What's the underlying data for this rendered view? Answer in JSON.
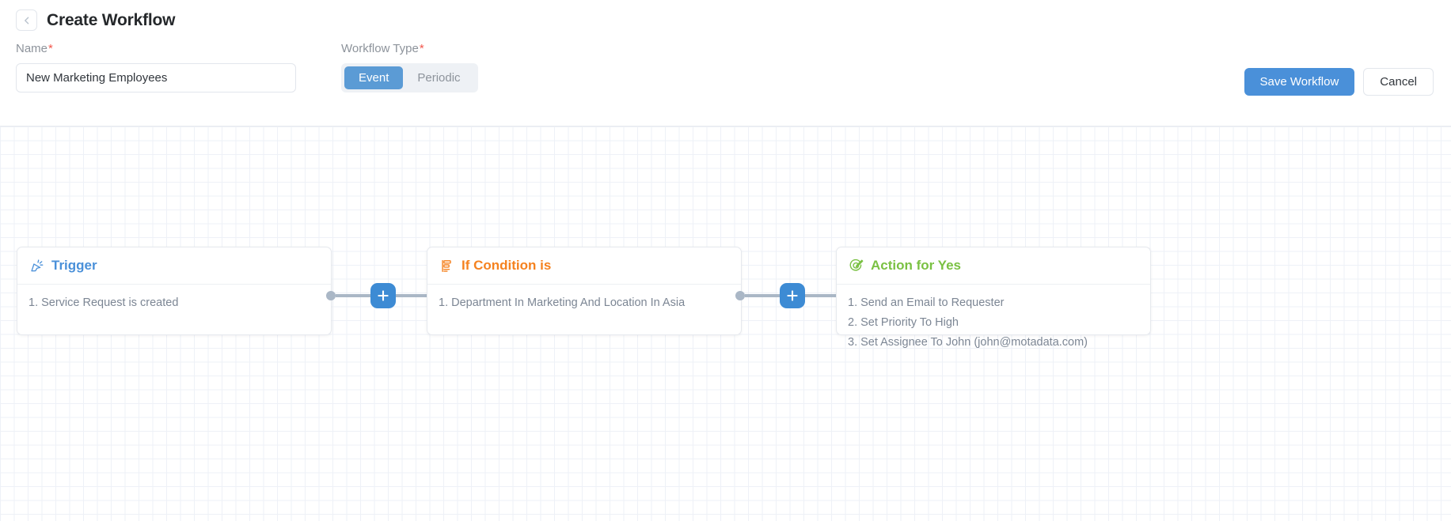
{
  "header": {
    "back_icon": "chevron-left-icon",
    "title": "Create Workflow",
    "name_field": {
      "label": "Name",
      "required_mark": "*",
      "value": "New Marketing Employees",
      "placeholder": "Name"
    },
    "workflow_type": {
      "label": "Workflow Type",
      "required_mark": "*",
      "options": [
        "Event",
        "Periodic"
      ],
      "selected": "Event"
    },
    "actions": {
      "save_label": "Save Workflow",
      "cancel_label": "Cancel"
    }
  },
  "canvas": {
    "cards": [
      {
        "id": "trigger",
        "icon": "cursor-sparkle-icon",
        "title": "Trigger",
        "accent": "#4a90d9",
        "items": [
          "1. Service Request is created"
        ]
      },
      {
        "id": "condition",
        "icon": "condition-list-icon",
        "title": "If Condition is",
        "accent": "#f58220",
        "items": [
          "1. Department In Marketing And Location In Asia"
        ]
      },
      {
        "id": "action",
        "icon": "target-pen-icon",
        "title": "Action for Yes",
        "accent": "#7ac143",
        "items": [
          "1. Send an Email to Requester",
          "2. Set Priority To High",
          "3. Set Assignee To John (john@motadata.com)"
        ]
      }
    ],
    "connectors": [
      {
        "id": "connector-1",
        "add_icon": "plus-icon"
      },
      {
        "id": "connector-2",
        "add_icon": "plus-icon"
      }
    ]
  }
}
